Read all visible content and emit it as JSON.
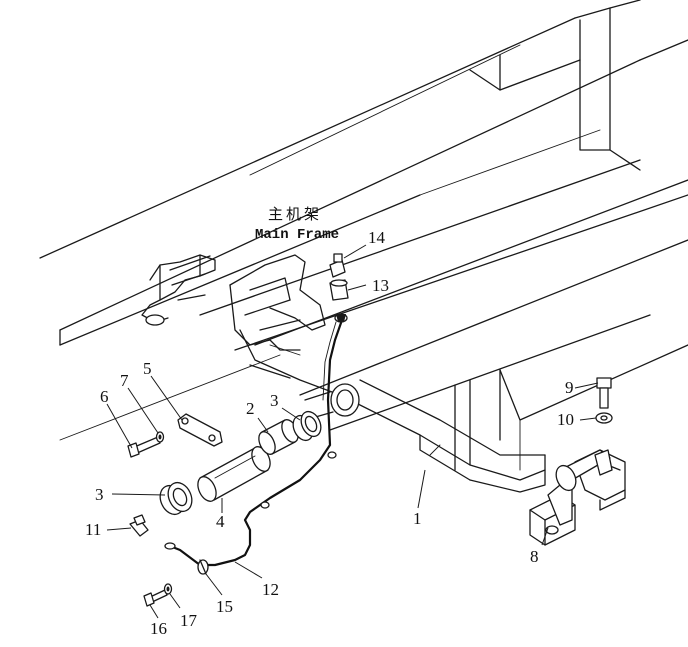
{
  "frame_label": {
    "chinese": "主机架",
    "english": "Main Frame"
  },
  "callouts": [
    {
      "id": "c1",
      "text": "1"
    },
    {
      "id": "c2",
      "text": "2"
    },
    {
      "id": "c3a",
      "text": "3"
    },
    {
      "id": "c3b",
      "text": "3"
    },
    {
      "id": "c4",
      "text": "4"
    },
    {
      "id": "c5",
      "text": "5"
    },
    {
      "id": "c6",
      "text": "6"
    },
    {
      "id": "c7",
      "text": "7"
    },
    {
      "id": "c8",
      "text": "8"
    },
    {
      "id": "c9",
      "text": "9"
    },
    {
      "id": "c10",
      "text": "10"
    },
    {
      "id": "c11",
      "text": "11"
    },
    {
      "id": "c12",
      "text": "12"
    },
    {
      "id": "c13",
      "text": "13"
    },
    {
      "id": "c14",
      "text": "14"
    },
    {
      "id": "c15",
      "text": "15"
    },
    {
      "id": "c16",
      "text": "16"
    },
    {
      "id": "c17",
      "text": "17"
    }
  ]
}
